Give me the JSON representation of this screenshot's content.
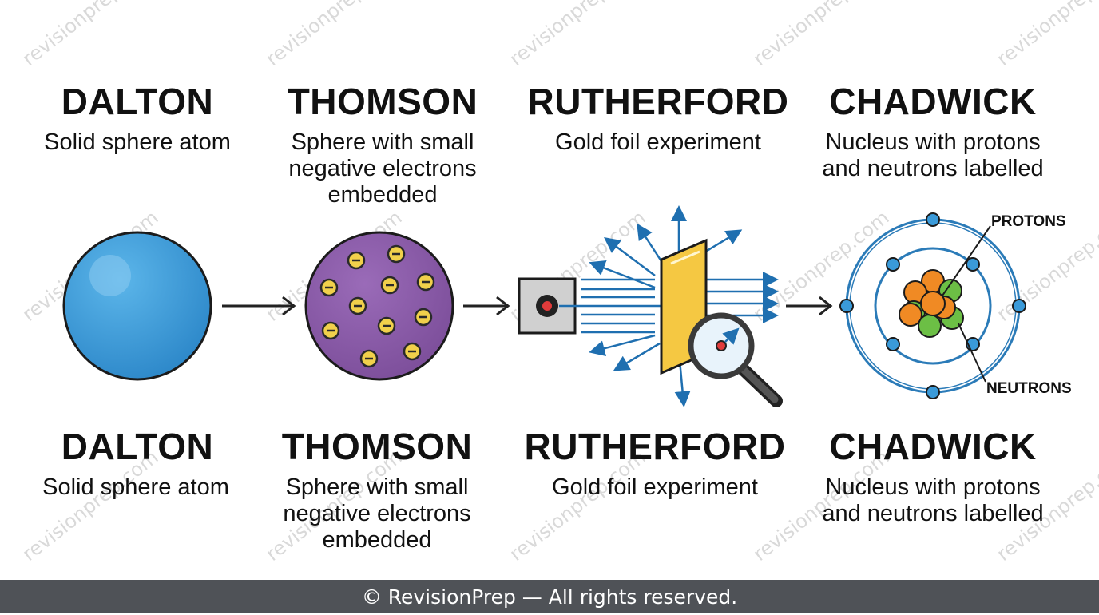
{
  "models_top": [
    {
      "name": "DALTON",
      "desc": "Solid sphere atom"
    },
    {
      "name": "THOMSON",
      "desc": "Sphere with small\nnegative electrons\nembedded"
    },
    {
      "name": "RUTHERFORD",
      "desc": "Gold foil experiment"
    },
    {
      "name": "CHADWICK",
      "desc": "Nucleus with protons\nand neutrons labelled"
    }
  ],
  "models_bottom": [
    {
      "name": "DALTON",
      "desc": "Solid sphere atom"
    },
    {
      "name": "THOMSON",
      "desc": "Sphere with small\nnegative electrons\nembedded"
    },
    {
      "name": "RUTHERFORD",
      "desc": "Gold foil experiment"
    },
    {
      "name": "CHADWICK",
      "desc": "Nucleus with protons\nand neutrons labelled"
    }
  ],
  "labels": {
    "protons": "PROTONS",
    "neutrons": "NEUTRONS",
    "electron_sign": "−"
  },
  "watermark": "revisionprep.com",
  "footer": "© RevisionPrep — All rights reserved.",
  "colors": {
    "dalton_sphere": "#3a9ad9",
    "thomson_sphere": "#8a5aa8",
    "electron": "#f1d04b",
    "gold_foil": "#f5c842",
    "alpha_ray": "#1f6fb0",
    "proton": "#f08a24",
    "neutron": "#6cbf45",
    "orbit": "#2b7bb8",
    "footer_bg": "#4f5257"
  }
}
